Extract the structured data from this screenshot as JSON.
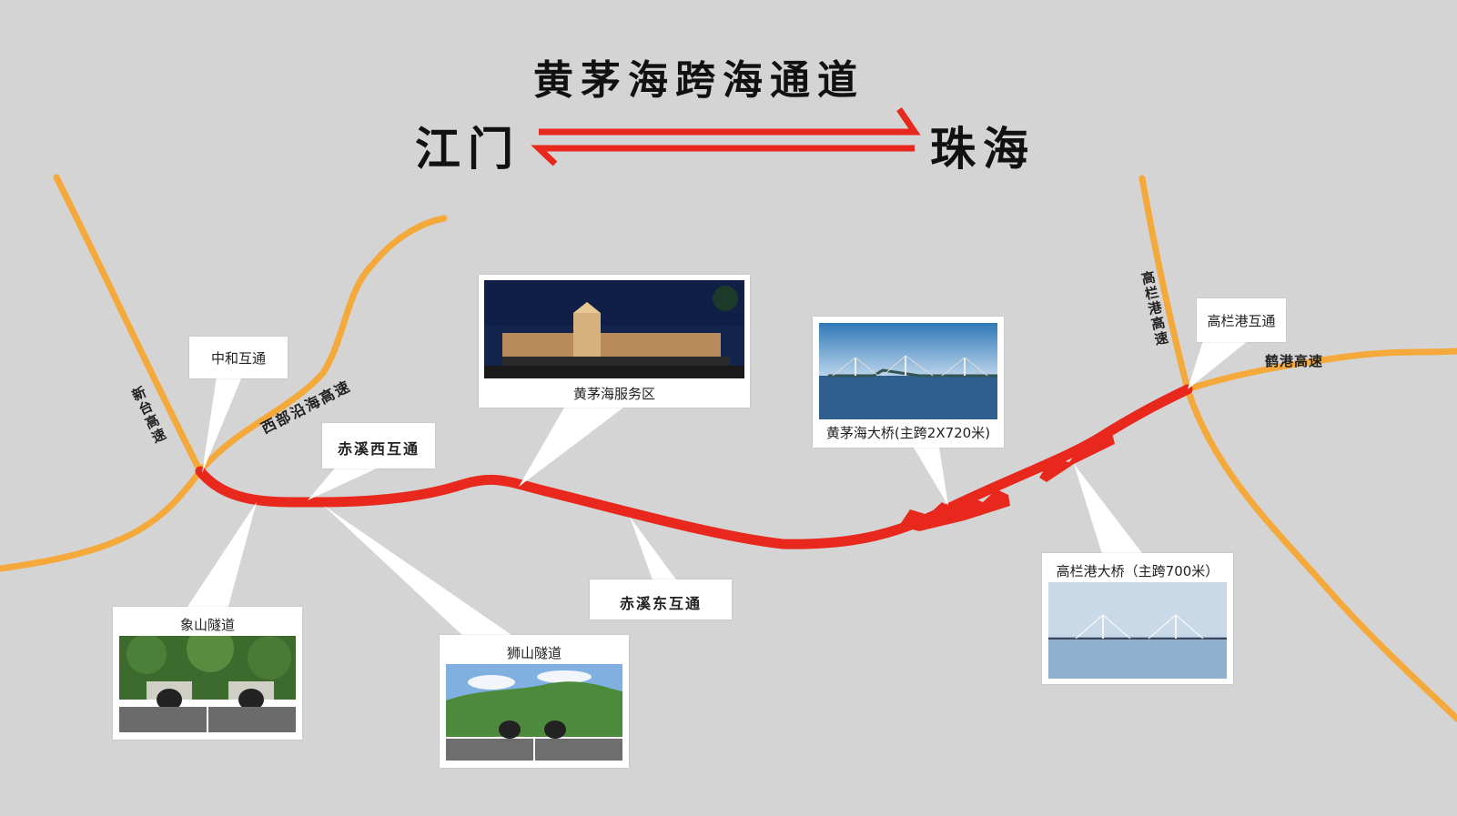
{
  "header": {
    "title": "黄茅海跨海通道",
    "city_left": "江门",
    "city_right": "珠海"
  },
  "roads": {
    "xintai": "新台高速",
    "xibu": "西部沿海高速",
    "gaolangang": "高栏港高速",
    "hegang": "鹤港高速"
  },
  "nodes": {
    "zhonghe": "中和互通",
    "chixi_west": "赤溪西互通",
    "chixi_east": "赤溪东互通",
    "gaolangang_interchange": "高栏港互通",
    "service_area": "黄茅海服务区",
    "huangmaohai_bridge": "黄茅海大桥(主跨2X720米)",
    "gaolangang_bridge": "高栏港大桥（主跨700米）",
    "xiangshan_tunnel": "象山隧道",
    "shishan_tunnel": "狮山隧道"
  },
  "colors": {
    "background": "#d4d4d4",
    "route": "#e8281c",
    "highway": "#f5a93a"
  },
  "icons": {
    "direction": "double-arrow-icon"
  }
}
